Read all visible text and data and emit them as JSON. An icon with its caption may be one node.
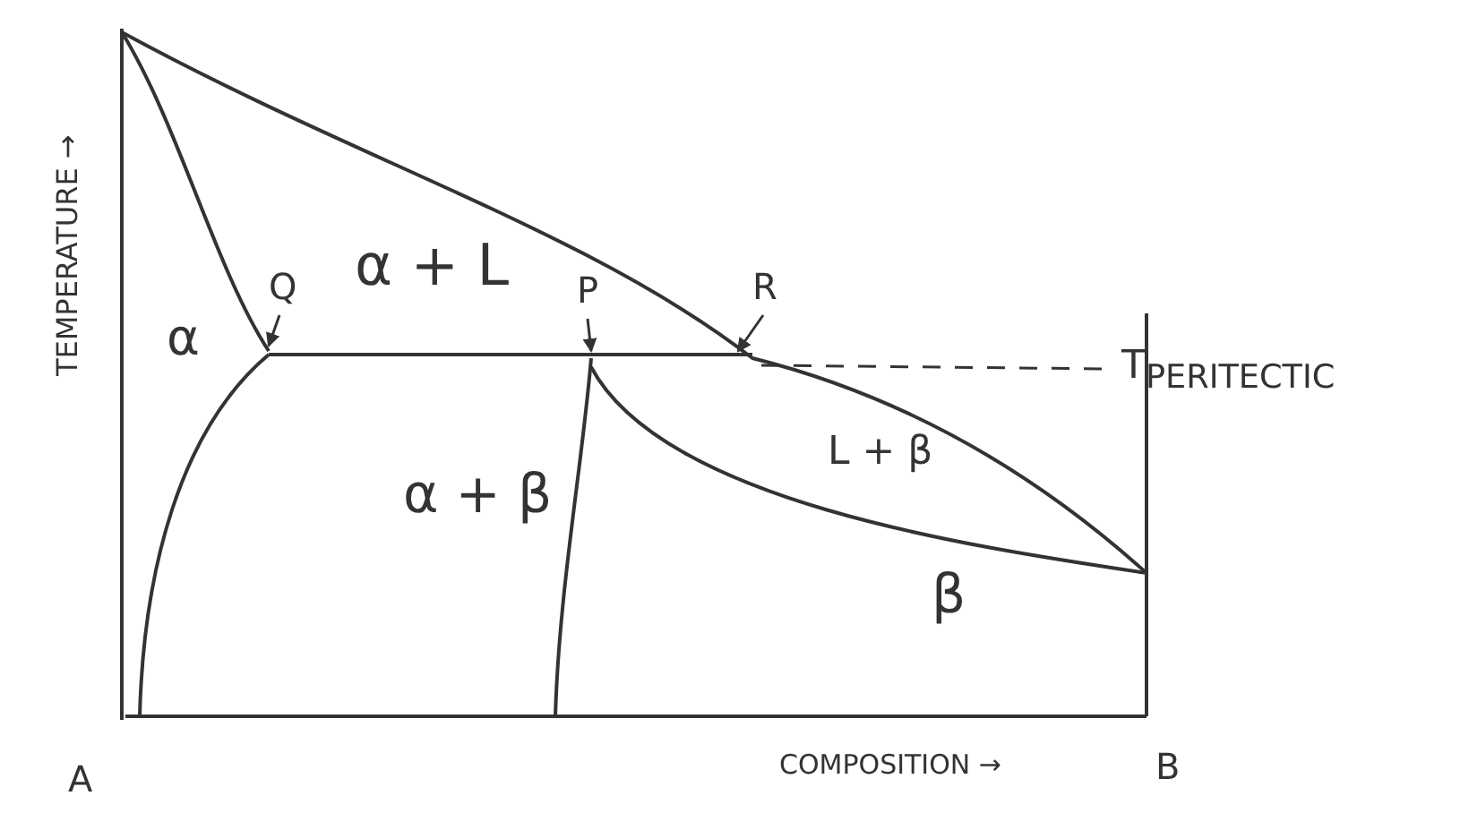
{
  "diagram": {
    "nodes": [
      {
        "text": [
          "Q"
        ]
      },
      {
        "text": [
          "P"
        ]
      },
      {
        "text": [
          "R"
        ]
      }
    ],
    "edges": [
      {
        "from": 0,
        "to": null,
        "arrow": "to"
      },
      {
        "from": 1,
        "to": null,
        "arrow": "to"
      },
      {
        "from": 2,
        "to": null,
        "arrow": "to"
      }
    ],
    "labels": [
      "TEMPERATURE →",
      "α + L",
      "α",
      "T$_{PERITECTIC}$",
      "L + β",
      "α + β",
      "β",
      "A",
      "B",
      "COMPOSITION →"
    ]
  }
}
